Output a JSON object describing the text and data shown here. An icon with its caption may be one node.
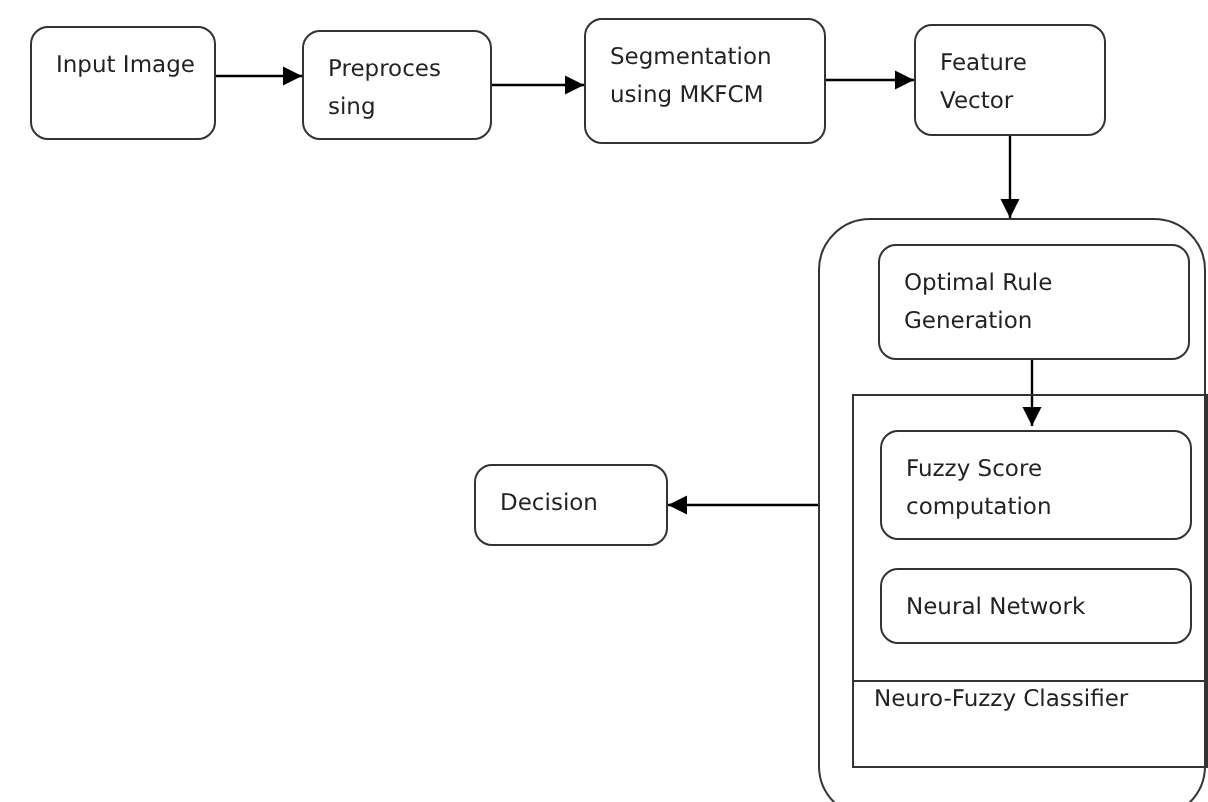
{
  "diagram": {
    "nodes": [
      {
        "text": [
          "Input Image"
        ]
      },
      {
        "text": [
          "Preproces sing"
        ]
      },
      {
        "text": [
          "Segmentation using MKFCM"
        ]
      },
      {
        "text": [
          "Feature Vector"
        ]
      },
      {
        "text": [],
        "shape": "box"
      },
      {
        "text": [
          "Optimal Rule Generation"
        ],
        "in": 4
      },
      {
        "text": [
          "Neuro-Fuzzy Classifier"
        ],
        "in": 4
      },
      {
        "text": [
          "Fuzzy Score computation"
        ],
        "in": 6
      },
      {
        "text": [
          "Neural Network"
        ],
        "in": 6
      },
      {
        "text": [
          "Decision"
        ]
      }
    ],
    "edges": [
      {
        "from": 0,
        "to": 1,
        "arrow": "to"
      },
      {
        "from": 1,
        "to": 2,
        "arrow": "to"
      },
      {
        "from": 2,
        "to": 3,
        "arrow": "to"
      },
      {
        "from": 3,
        "to": 4,
        "arrow": "to"
      },
      {
        "from": 5,
        "to": 7,
        "arrow": "to"
      },
      {
        "from": 4,
        "to": 9,
        "arrow": "to"
      }
    ]
  }
}
